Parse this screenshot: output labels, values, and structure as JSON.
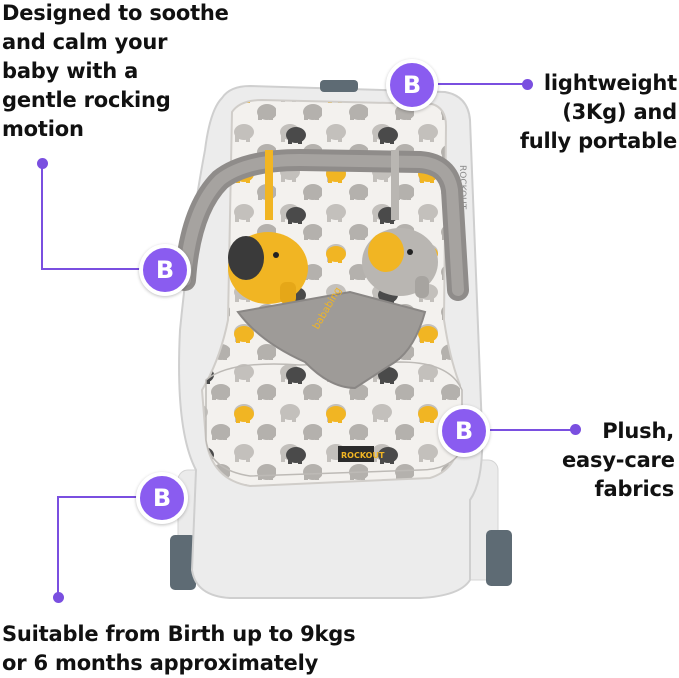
{
  "callouts": {
    "motion": {
      "lines": [
        "Designed to soothe",
        "and calm your",
        "baby with a",
        "gentle rocking",
        "motion"
      ],
      "badge": "B"
    },
    "weight": {
      "lines": [
        "lightweight",
        "(3Kg) and",
        "fully portable"
      ],
      "badge": "B"
    },
    "fabric": {
      "lines": [
        "Plush,",
        "easy-care",
        "fabrics"
      ],
      "badge": "B"
    },
    "age": {
      "lines": [
        "Suitable from Birth up to 9kgs",
        "or 6 months approximately"
      ],
      "badge": "B"
    }
  },
  "product": {
    "side_brand": "ROCKOUT",
    "pad_brand": "bababing",
    "seat_brand": "ROCKOUT"
  },
  "colors": {
    "accent": "#8a5cf0",
    "line": "#7a4fe0",
    "elephant_yellow": "#f1b523",
    "elephant_grey": "#b9b6b2"
  }
}
